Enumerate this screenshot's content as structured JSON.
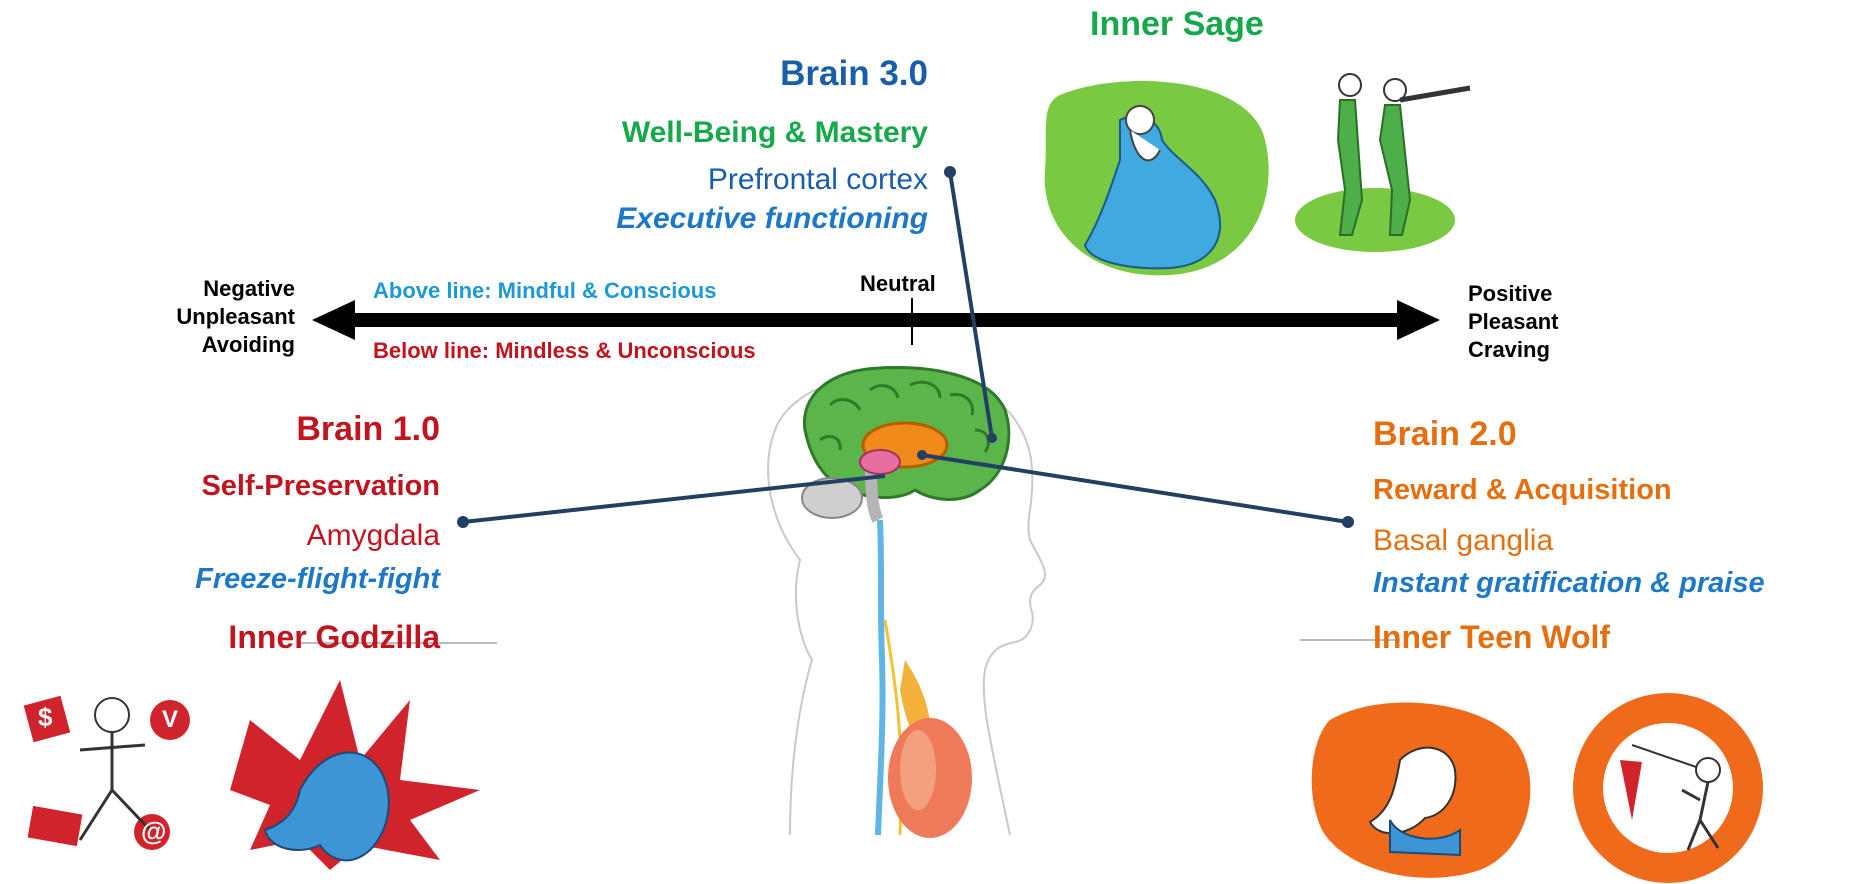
{
  "colors": {
    "green": "#17a84b",
    "blue": "#1a5da8",
    "lightblue": "#1d9ad6",
    "red": "#c0141e",
    "orange": "#e46f10",
    "black": "#000000",
    "navy": "#233f63"
  },
  "brain3": {
    "title": "Brain 3.0",
    "subtitle": "Well-Being & Mastery",
    "region": "Prefrontal cortex",
    "function": "Executive functioning"
  },
  "inner_sage": "Inner Sage",
  "axis": {
    "left": [
      "Negative",
      "Unpleasant",
      "Avoiding"
    ],
    "right": [
      "Positive",
      "Pleasant",
      "Craving"
    ],
    "above": "Above line: Mindful & Conscious",
    "below": "Below line: Mindless & Unconscious",
    "neutral": "Neutral"
  },
  "brain1": {
    "title": "Brain 1.0",
    "subtitle": "Self-Preservation",
    "region": "Amygdala",
    "function": "Freeze-flight-fight",
    "persona": "Inner Godzilla"
  },
  "brain2": {
    "title": "Brain 2.0",
    "subtitle": "Reward & Acquisition",
    "region": "Basal ganglia",
    "function": "Instant gratification & praise",
    "persona": "Inner Teen Wolf"
  },
  "illustrations": {
    "left_stress_icons": [
      "$",
      "V",
      "@"
    ]
  }
}
